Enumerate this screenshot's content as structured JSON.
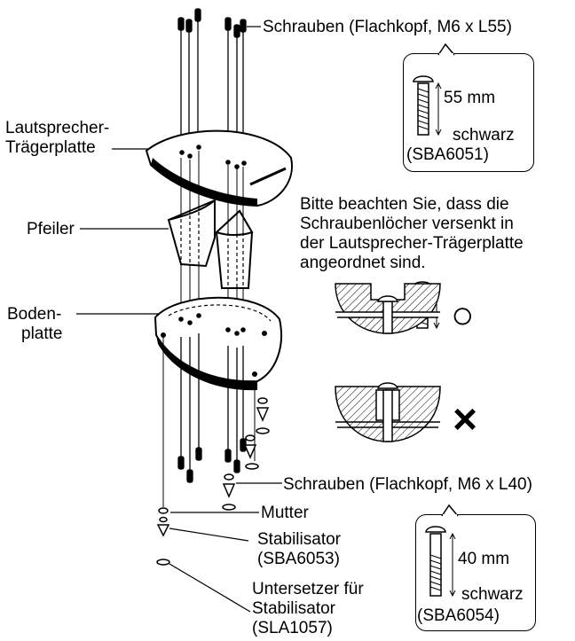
{
  "labels": {
    "screws_top": "Schrauben (Flachkopf, M6 x L55)",
    "speaker_plate_1": "Lautsprecher-",
    "speaker_plate_2": "Trägerplatte",
    "pillar": "Pfeiler",
    "base_plate_1": "Boden-",
    "base_plate_2": "platte",
    "screws_bottom": "Schrauben (Flachkopf, M6 x L40)",
    "nut": "Mutter",
    "stabilizer_1": "Stabilisator",
    "stabilizer_2": "(SBA6053)",
    "coaster_1": "Untersetzer für",
    "coaster_2": "Stabilisator",
    "coaster_3": "(SLA1057)"
  },
  "note": {
    "line1": "Bitte beachten Sie, dass die",
    "line2": "Schraubenlöcher versenkt in",
    "line3": "der Lautsprecher-Trägerplatte",
    "line4": "angeordnet sind."
  },
  "screw_box_top": {
    "length": "55 mm",
    "color": "schwarz",
    "part": "(SBA6051)"
  },
  "screw_box_bottom": {
    "length": "40 mm",
    "color": "schwarz",
    "part": "(SBA6054)"
  },
  "marks": {
    "correct": "○",
    "wrong": "×"
  }
}
